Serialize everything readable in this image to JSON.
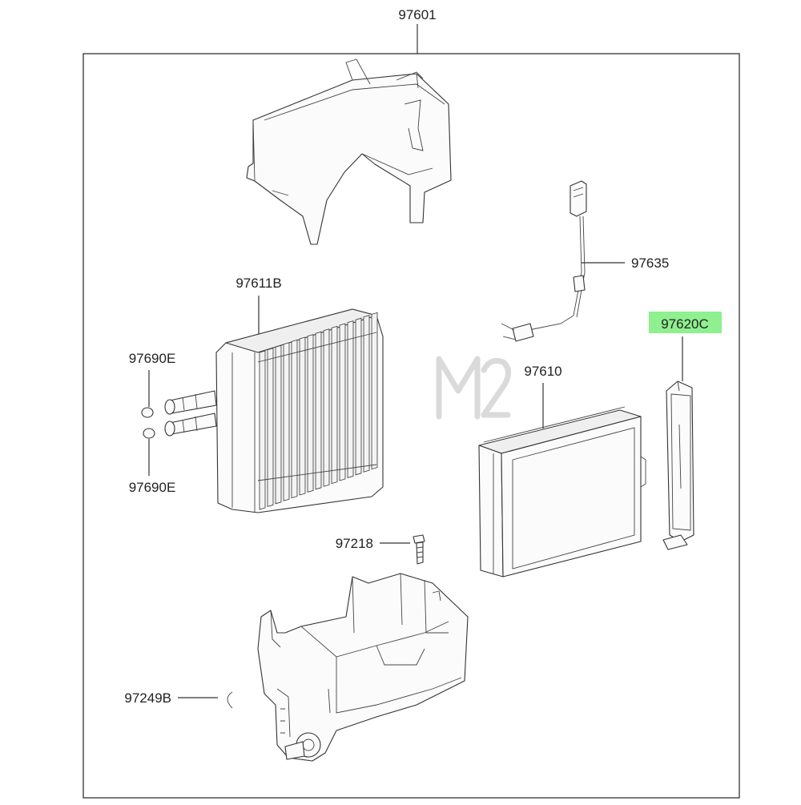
{
  "diagram": {
    "assembly_label": "97601",
    "highlight_color": "#8ef08e",
    "watermark": "M2",
    "callouts": {
      "upper_case": "",
      "evaporator": "97611B",
      "oring_top": "97690E",
      "oring_bottom": "97690E",
      "sensor": "97635",
      "filter_cover": "97620C",
      "filter": "97610",
      "screw": "97218",
      "clip": "97249B"
    }
  }
}
